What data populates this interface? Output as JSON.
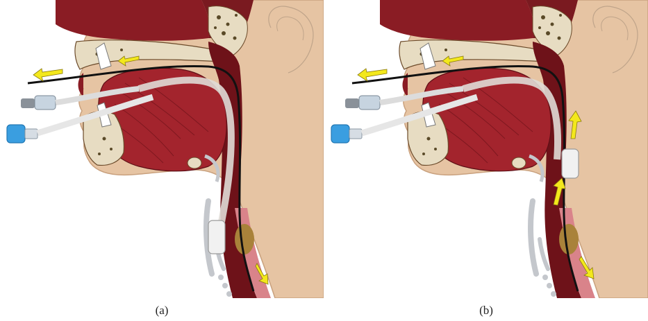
{
  "figure": {
    "panels": [
      {
        "id": "a",
        "caption": "(a)",
        "cuff_position": "in-trachea"
      },
      {
        "id": "b",
        "caption": "(b)",
        "cuff_position": "withdrawn-to-pharynx"
      }
    ],
    "colors": {
      "skin": "#e6c4a3",
      "skin_outline": "#c9a17e",
      "muscle": "#8a1c24",
      "muscle_dark": "#5e0f16",
      "bone": "#e7dcc2",
      "bone_spot": "#5a4a28",
      "cartilage": "#c4c7cc",
      "tube": "#e0dcd6",
      "arrow": "#f3e81c",
      "guide_wire": "#111111",
      "connector": "#3a9ee0"
    }
  }
}
